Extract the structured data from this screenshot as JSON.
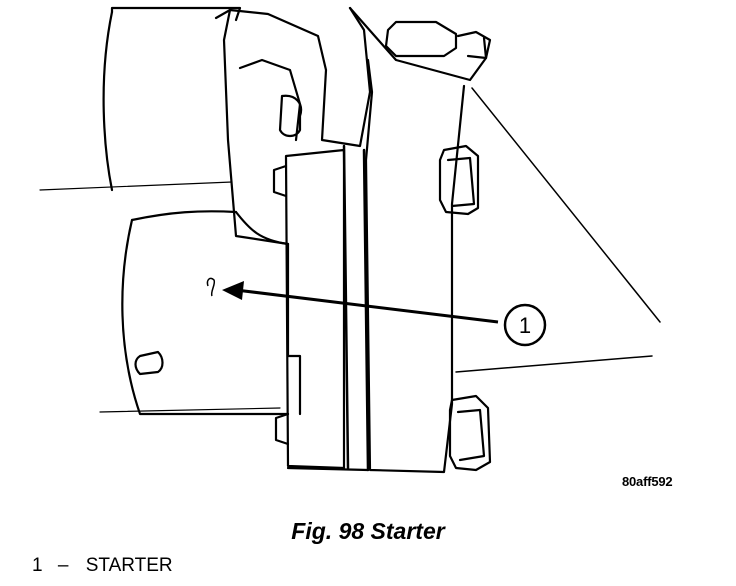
{
  "figure": {
    "id_code": "80aff592",
    "caption": "Fig. 98 Starter",
    "callout_number": "1"
  },
  "legend": [
    {
      "number": "1",
      "separator": "–",
      "label": "STARTER"
    }
  ]
}
